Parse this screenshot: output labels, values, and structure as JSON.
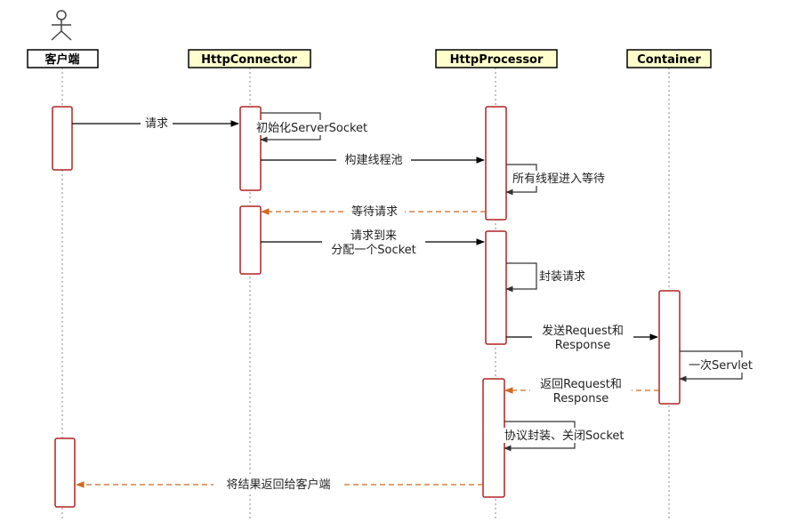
{
  "participants": [
    {
      "id": "client",
      "label": "客户端"
    },
    {
      "id": "connector",
      "label": "HttpConnector"
    },
    {
      "id": "processor",
      "label": "HttpProcessor"
    },
    {
      "id": "container",
      "label": "Container"
    }
  ],
  "messages": [
    {
      "id": "request",
      "lines": [
        "请求"
      ],
      "from": "client",
      "to": "connector",
      "style": "solid"
    },
    {
      "id": "init-server-socket",
      "lines": [
        "初始化ServerSocket"
      ],
      "from": "connector",
      "to": "connector",
      "style": "self"
    },
    {
      "id": "build-thread-pool",
      "lines": [
        "构建线程池"
      ],
      "from": "connector",
      "to": "processor",
      "style": "solid"
    },
    {
      "id": "threads-wait",
      "lines": [
        "所有线程进入等待"
      ],
      "from": "processor",
      "to": "processor",
      "style": "self"
    },
    {
      "id": "wait-request",
      "lines": [
        "等待请求"
      ],
      "from": "processor",
      "to": "connector",
      "style": "dashed"
    },
    {
      "id": "request-arrives",
      "lines": [
        "请求到来",
        "分配一个Socket"
      ],
      "from": "connector",
      "to": "processor",
      "style": "solid"
    },
    {
      "id": "wrap-request",
      "lines": [
        "封装请求"
      ],
      "from": "processor",
      "to": "processor",
      "style": "self"
    },
    {
      "id": "send-request-response",
      "lines": [
        "发送Request和",
        "Response"
      ],
      "from": "processor",
      "to": "container",
      "style": "solid"
    },
    {
      "id": "one-servlet",
      "lines": [
        "一次Servlet"
      ],
      "from": "container",
      "to": "container",
      "style": "self"
    },
    {
      "id": "return-request-response",
      "lines": [
        "返回Request和",
        "Response"
      ],
      "from": "container",
      "to": "processor",
      "style": "dashed"
    },
    {
      "id": "protocol-wrap-close",
      "lines": [
        "协议封装、关闭Socket"
      ],
      "from": "processor",
      "to": "processor",
      "style": "self"
    },
    {
      "id": "return-result",
      "lines": [
        "将结果返回给客户端"
      ],
      "from": "processor",
      "to": "client",
      "style": "dashed"
    }
  ],
  "colors": {
    "activation_border": "#b22222",
    "header_fill": "#ffffcc",
    "client_header_fill": "#ffffff",
    "solid_arrow": "#000000",
    "dashed_arrow": "#d2691e",
    "lifeline": "#888888",
    "self_loop": "#333333"
  },
  "icons": {
    "actor": "stick-figure-icon"
  }
}
